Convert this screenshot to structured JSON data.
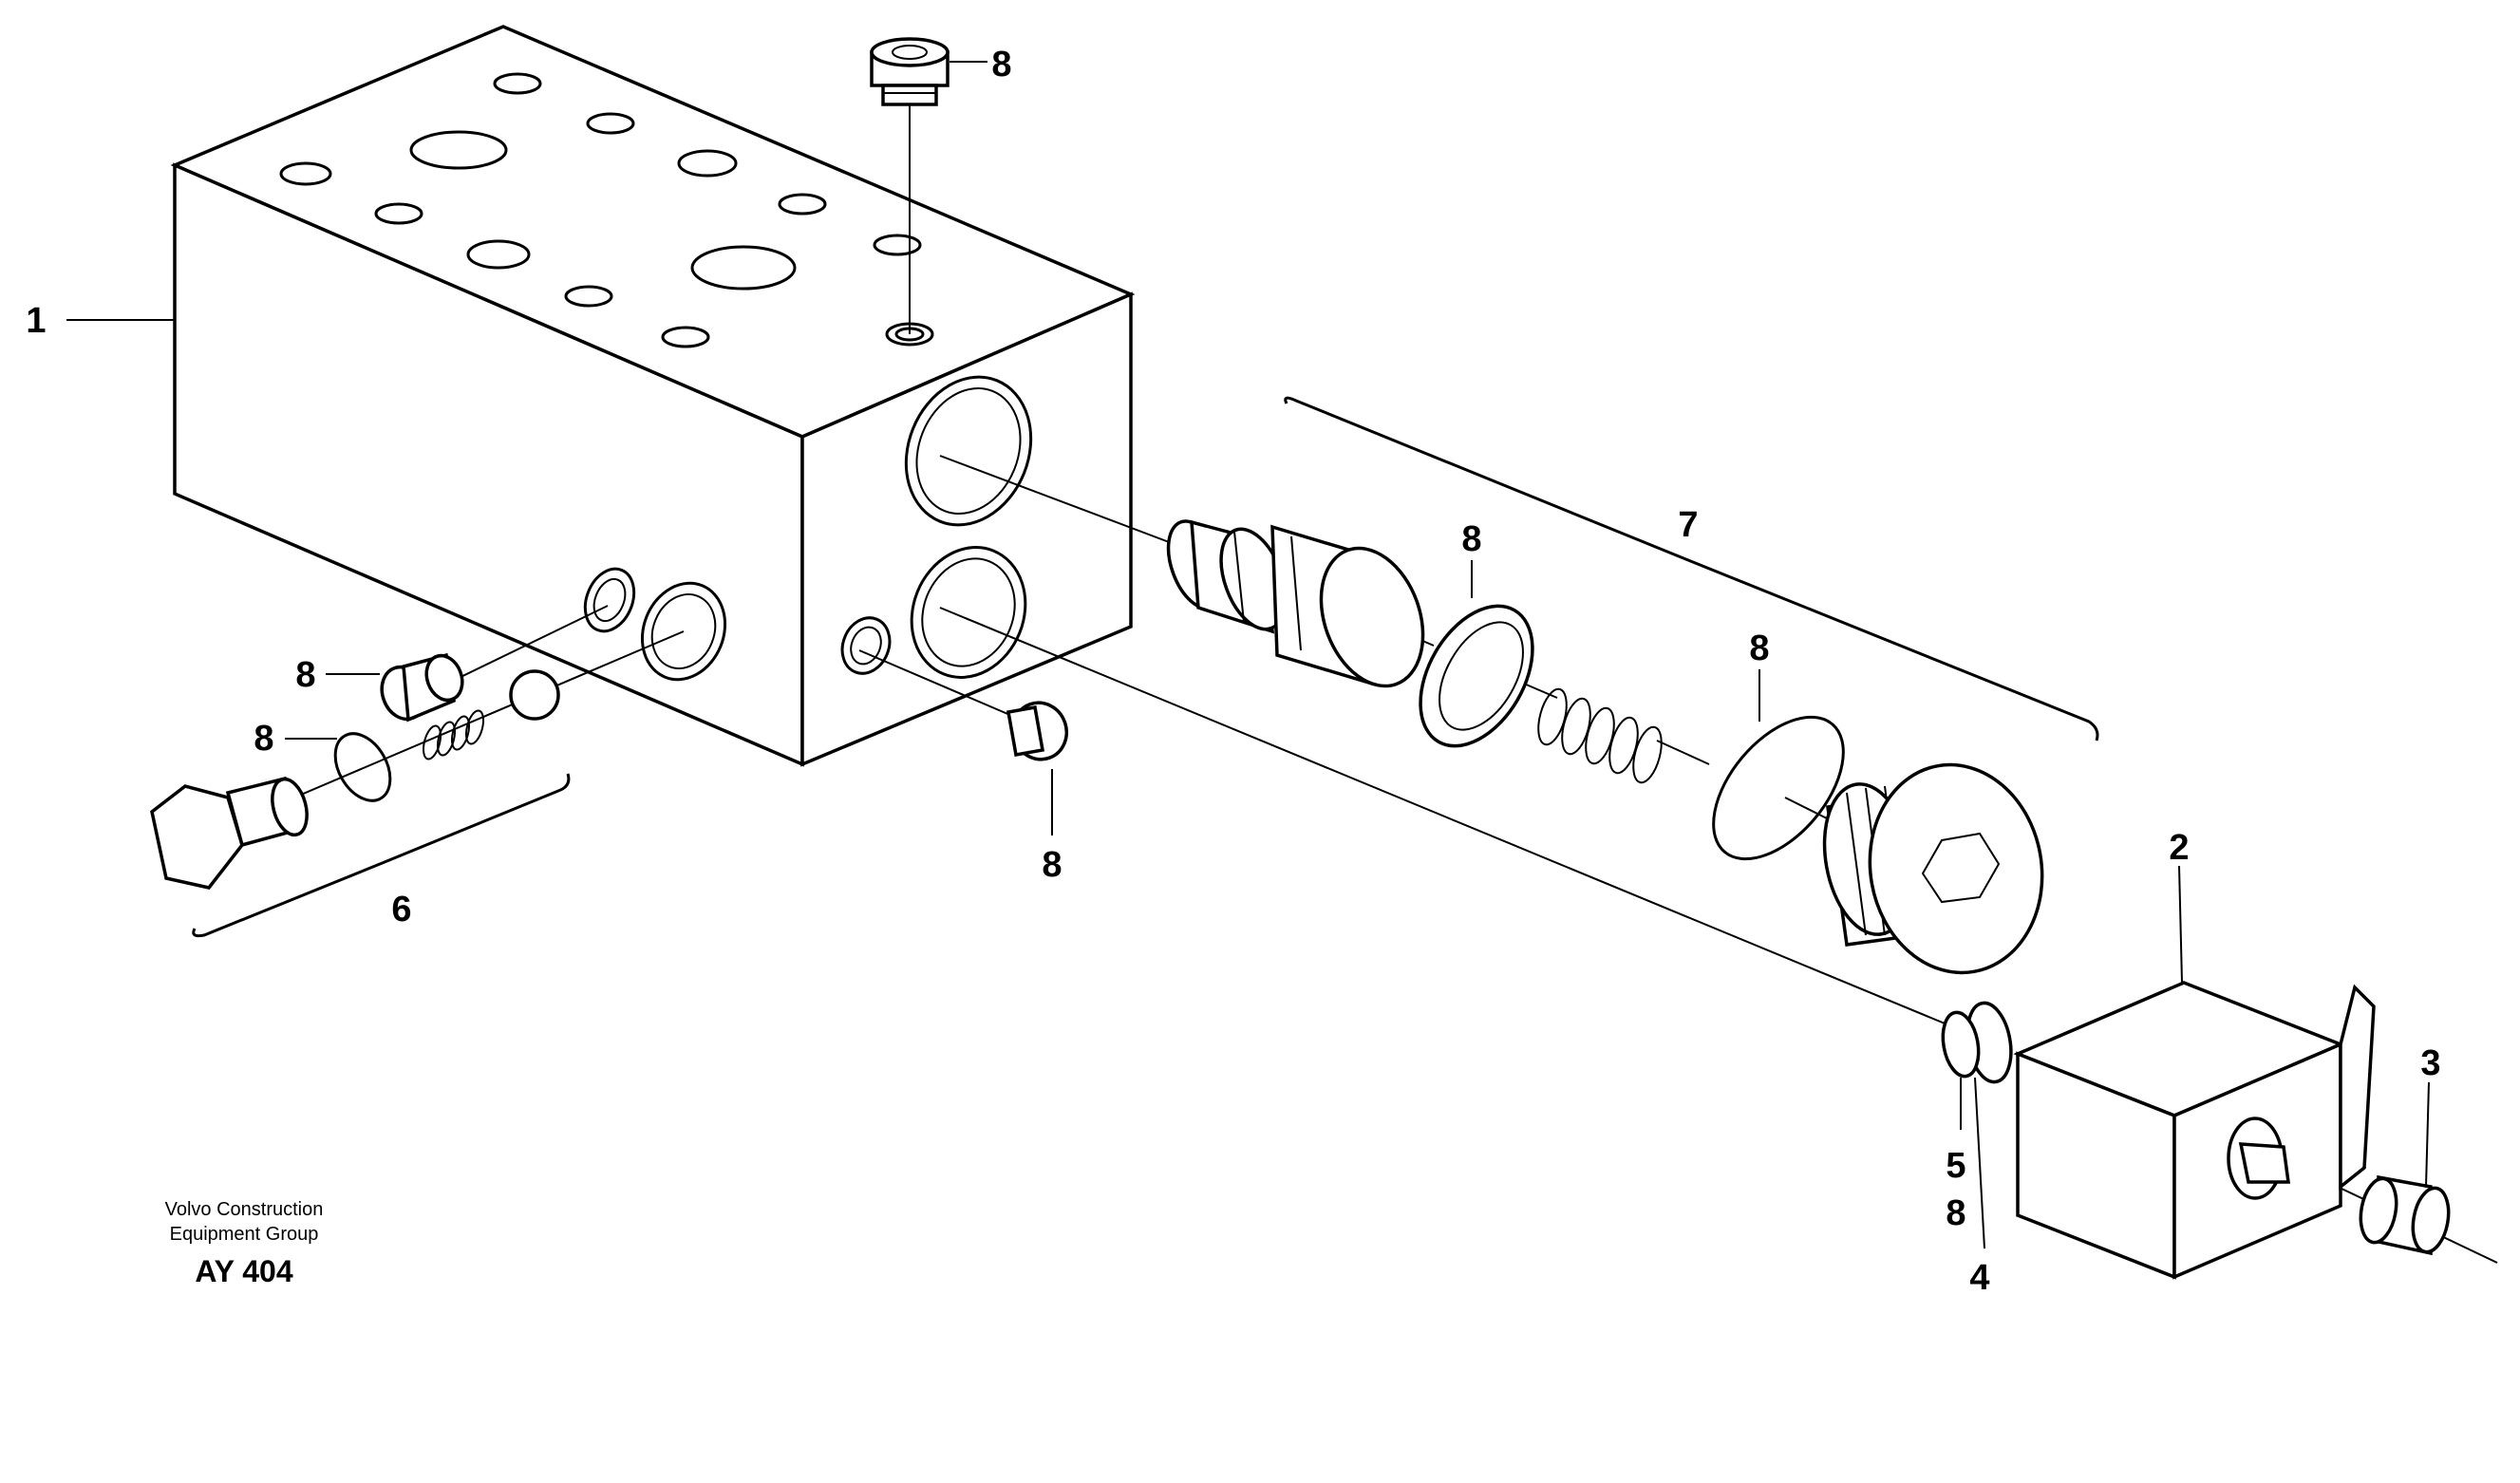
{
  "callouts": {
    "c1": "1",
    "c2": "2",
    "c3": "3",
    "c4": "4",
    "c5": "5",
    "c6": "6",
    "c7": "7",
    "c8_top": "8",
    "c8_left_plug": "8",
    "c8_left_oring": "8",
    "c8_mid_plug": "8",
    "c8_seal": "8",
    "c8_oring_right": "8",
    "c8_under5": "8"
  },
  "credit": {
    "line1": "Volvo Construction",
    "line2": "Equipment Group",
    "code": "AY 404"
  }
}
